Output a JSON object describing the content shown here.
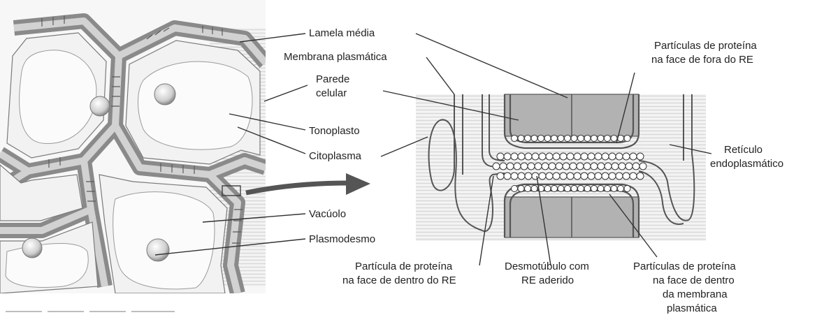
{
  "figure": {
    "labels": {
      "lamela_media": "Lamela média",
      "membrana_plasmatica": "Membrana plasmática",
      "parede_celular": [
        "Parede",
        "celular"
      ],
      "tonoplasto": "Tonoplasto",
      "citoplasma": "Citoplasma",
      "vacuolo": "Vacúolo",
      "plasmodesmo": "Plasmodesmo",
      "particulas_fora_re": [
        "Partículas de proteína",
        "na face de fora do RE"
      ],
      "reticulo": [
        "Retículo",
        "endoplasmático"
      ],
      "particula_dentro_re": [
        "Partícula de proteína",
        "na face de dentro do RE"
      ],
      "desmotubulo": [
        "Desmotúbulo com",
        "RE aderido"
      ],
      "particulas_dentro_membrana": [
        "Partículas de proteína",
        "na face de dentro",
        "da membrana",
        "plasmática"
      ]
    },
    "colors": {
      "wall": "#b9b9b9",
      "wall_dark": "#6f6f6f",
      "cell_fill": "#f2f2f2",
      "vacuole": "#fbfbfb",
      "stripes": "#e1e1e1",
      "particle": "#ffffff"
    }
  }
}
